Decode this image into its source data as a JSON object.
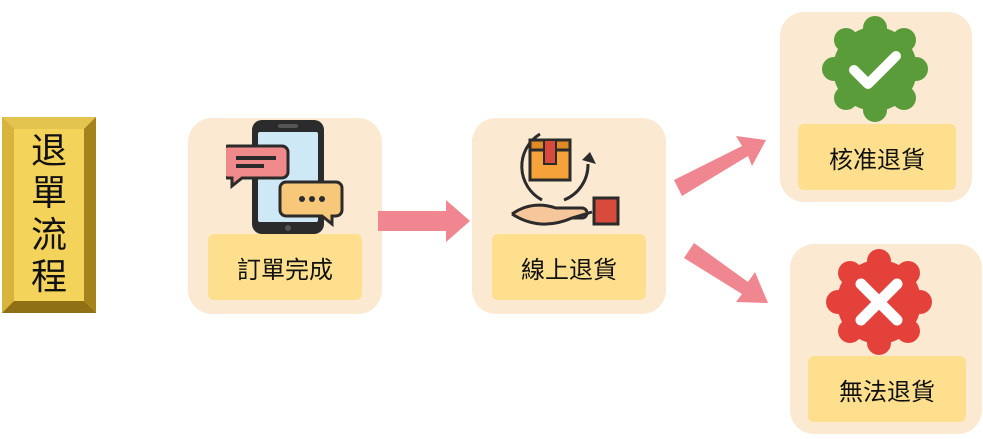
{
  "title": "退單流程",
  "steps": [
    {
      "label": "訂單完成",
      "icon": "phone-chat-icon"
    },
    {
      "label": "線上退貨",
      "icon": "return-package-icon"
    }
  ],
  "outcomes": [
    {
      "label": "核准退貨",
      "icon": "approved-badge-icon",
      "color": "#5a9b3a"
    },
    {
      "label": "無法退貨",
      "icon": "rejected-badge-icon",
      "color": "#e5413b"
    }
  ],
  "colors": {
    "card_bg": "#fbe9d2",
    "label_bg": "#fddf8d",
    "arrow": "#f0868f",
    "title_bg": "#f3d35a"
  }
}
